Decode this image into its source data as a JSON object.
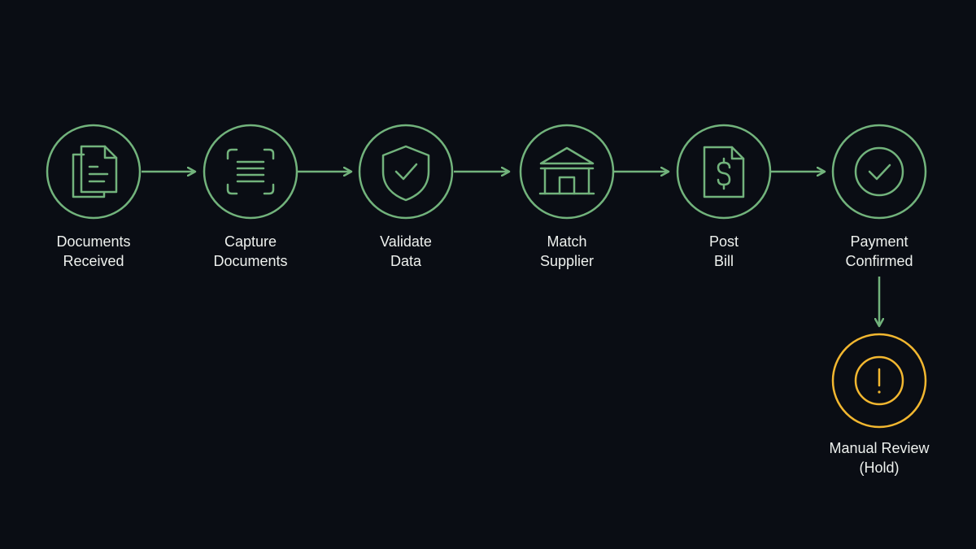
{
  "colors": {
    "background": "#0a0d14",
    "flow": "#72b37c",
    "hold": "#f2b730",
    "text": "#eef1ee"
  },
  "steps": [
    {
      "icon": "documents-icon",
      "line1": "Documents",
      "line2": "Received"
    },
    {
      "icon": "scan-icon",
      "line1": "Capture",
      "line2": "Documents"
    },
    {
      "icon": "shield-check-icon",
      "line1": "Validate",
      "line2": "Data"
    },
    {
      "icon": "bank-building-icon",
      "line1": "Match",
      "line2": "Supplier"
    },
    {
      "icon": "dollar-bill-icon",
      "line1": "Post",
      "line2": "Bill"
    },
    {
      "icon": "check-circle-icon",
      "line1": "Payment",
      "line2": "Confirmed"
    }
  ],
  "hold": {
    "icon": "alert-icon",
    "line1": "Manual Review",
    "line2": "(Hold)"
  }
}
